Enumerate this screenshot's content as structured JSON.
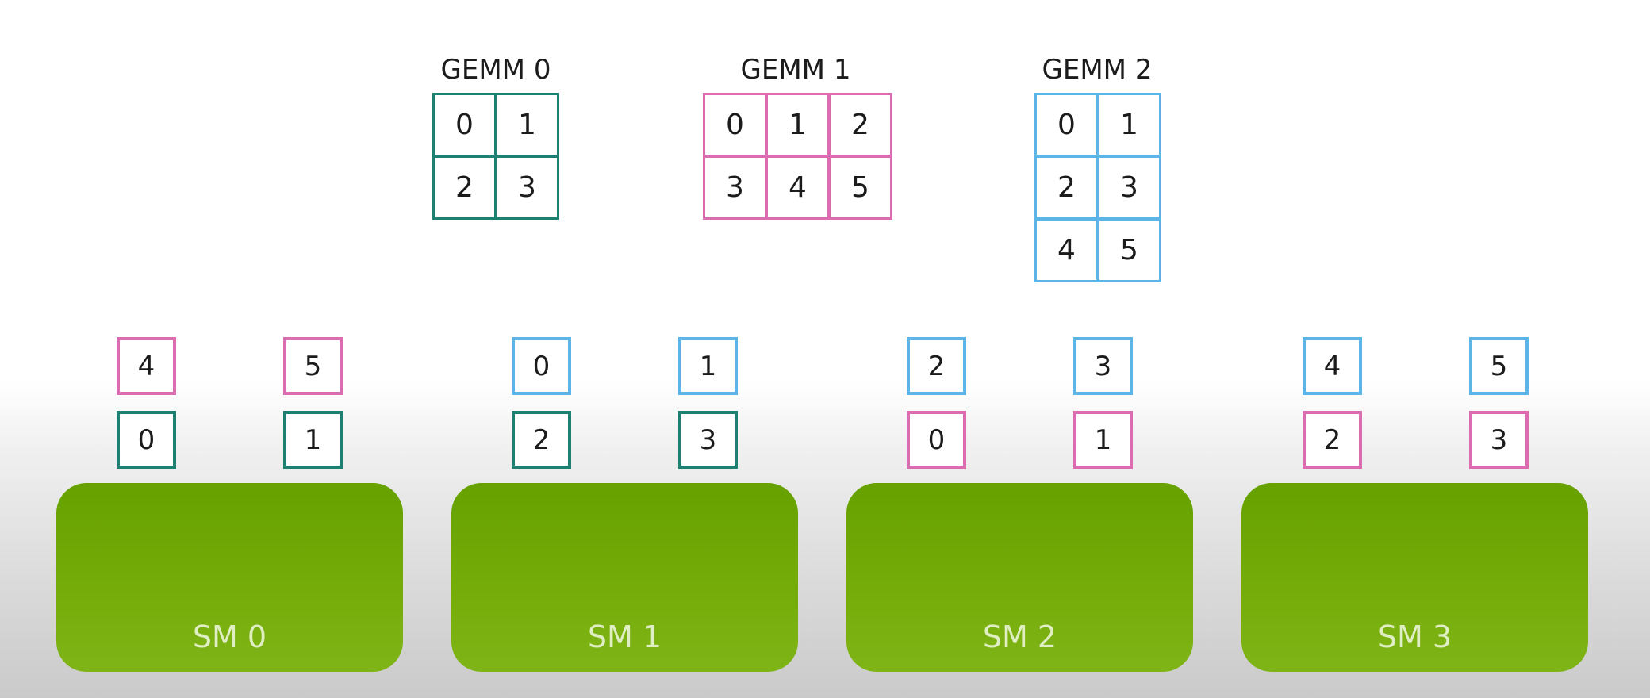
{
  "gemms": [
    {
      "title": "GEMM 0",
      "cells": [
        "0",
        "1",
        "2",
        "3"
      ],
      "color": "#1e8070"
    },
    {
      "title": "GEMM 1",
      "cells": [
        "0",
        "1",
        "2",
        "3",
        "4",
        "5"
      ],
      "color": "#db6cb0"
    },
    {
      "title": "GEMM 2",
      "cells": [
        "0",
        "1",
        "2",
        "3",
        "4",
        "5"
      ],
      "color": "#5db4e6"
    }
  ],
  "sms": [
    {
      "label": "SM 0",
      "tiles": [
        {
          "value": "4",
          "gemm": "GEMM 1"
        },
        {
          "value": "5",
          "gemm": "GEMM 1"
        },
        {
          "value": "0",
          "gemm": "GEMM 0"
        },
        {
          "value": "1",
          "gemm": "GEMM 0"
        }
      ]
    },
    {
      "label": "SM 1",
      "tiles": [
        {
          "value": "0",
          "gemm": "GEMM 2"
        },
        {
          "value": "1",
          "gemm": "GEMM 2"
        },
        {
          "value": "2",
          "gemm": "GEMM 0"
        },
        {
          "value": "3",
          "gemm": "GEMM 0"
        }
      ]
    },
    {
      "label": "SM 2",
      "tiles": [
        {
          "value": "2",
          "gemm": "GEMM 2"
        },
        {
          "value": "3",
          "gemm": "GEMM 2"
        },
        {
          "value": "0",
          "gemm": "GEMM 1"
        },
        {
          "value": "1",
          "gemm": "GEMM 1"
        }
      ]
    },
    {
      "label": "SM 3",
      "tiles": [
        {
          "value": "4",
          "gemm": "GEMM 2"
        },
        {
          "value": "5",
          "gemm": "GEMM 2"
        },
        {
          "value": "2",
          "gemm": "GEMM 1"
        },
        {
          "value": "3",
          "gemm": "GEMM 1"
        }
      ]
    }
  ]
}
